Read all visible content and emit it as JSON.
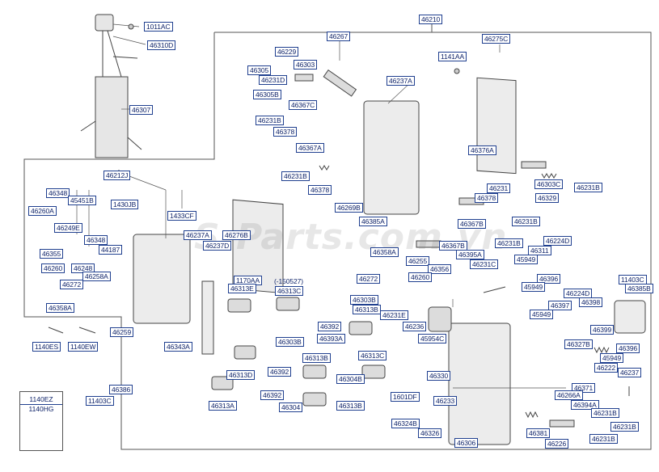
{
  "colors": {
    "label_border": "#1f3f8f",
    "label_text": "#0a1f66",
    "line": "#444444",
    "part_fill": "#e6e6e6"
  },
  "watermark": "S-Parts.com.vn",
  "labels": {
    "p1011AC": "1011AC",
    "p46310D": "46310D",
    "p46307": "46307",
    "p46210": "46210",
    "p46267": "46267",
    "p46275C": "46275C",
    "p1141AA": "1141AA",
    "p46229": "46229",
    "p46303": "46303",
    "p46305": "46305",
    "p46231D": "46231D",
    "p46305B": "46305B",
    "p46237A_top": "46237A",
    "p46367C": "46367C",
    "p46231B_a": "46231B",
    "p46378_a": "46378",
    "p46367A": "46367A",
    "p46231B_b": "46231B",
    "p46378_b": "46378",
    "p46376A": "46376A",
    "p46231_a": "46231",
    "p46303C": "46303C",
    "p46231B_c": "46231B",
    "p46378_c": "46378",
    "p46329": "46329",
    "p46269B": "46269B",
    "p46367B_a": "46367B",
    "p46231B_d": "46231B",
    "p46385A": "46385A",
    "p46212J": "46212J",
    "p46348_a": "46348",
    "p45451B": "45451B",
    "p1430JB": "1430JB",
    "p46260A": "46260A",
    "p1433CF": "1433CF",
    "p46249E": "46249E",
    "p46237A_mid": "46237A",
    "p46276B": "46276B",
    "p46348_b": "46348",
    "p44187": "44187",
    "p46237D": "46237D",
    "p46355": "46355",
    "p46260": "46260",
    "p46248": "46248",
    "p46258A": "46258A",
    "p46272_a": "46272",
    "p46358A_a": "46358A",
    "p46358A_b": "46358A",
    "p46367B_b": "46367B",
    "p46231B_e": "46231B",
    "p46224D_a": "46224D",
    "p46395A": "46395A",
    "p46311": "46311",
    "p46255": "46255",
    "p46356": "46356",
    "p46231C": "46231C",
    "p45949_a": "45949",
    "p46396_a": "46396",
    "p46272_b": "46272",
    "p46260_b": "46260",
    "p11403C_a": "11403C",
    "p1170AA": "1170AA",
    "p150527": "(-150527)",
    "p46313E": "46313E",
    "p46313C_a": "46313C",
    "p45949_b": "45949",
    "p46224D_b": "46224D",
    "p46385B": "46385B",
    "p46303B_a": "46303B",
    "p46313B_a": "46313B",
    "p46231E": "46231E",
    "p46397": "46397",
    "p46398": "46398",
    "p45949_c": "45949",
    "p46392_a": "46392",
    "p46236": "46236",
    "p46399": "46399",
    "p46393A": "46393A",
    "p45954C": "45954C",
    "p46327B": "46327B",
    "p46396_b": "46396",
    "p46259": "46259",
    "p1140ES": "1140ES",
    "p1140EW": "1140EW",
    "p46343A": "46343A",
    "p46303B_b": "46303B",
    "p46313C_b": "46313C",
    "p45949_d": "45949",
    "p46222": "46222",
    "p46313D": "46313D",
    "p46392_b": "46392",
    "p46313B_b": "46313B",
    "p46330": "46330",
    "p46237": "46237",
    "p46386": "46386",
    "p46304B": "46304B",
    "p46371": "46371",
    "p46266A": "46266A",
    "p11403C_b": "11403C",
    "p46392_c": "46392",
    "p1601DF": "1601DF",
    "p46233": "46233",
    "p46394A": "46394A",
    "p46313A": "46313A",
    "p46304": "46304",
    "p46313B_c": "46313B",
    "p46231B_f": "46231B",
    "p46324B": "46324B",
    "p46231B_g": "46231B",
    "p46326": "46326",
    "p46381": "46381",
    "p46306": "46306",
    "p46226": "46226",
    "p46231B_h": "46231B"
  },
  "legend_box": {
    "row1": "1140EZ",
    "row2": "1140HG"
  }
}
